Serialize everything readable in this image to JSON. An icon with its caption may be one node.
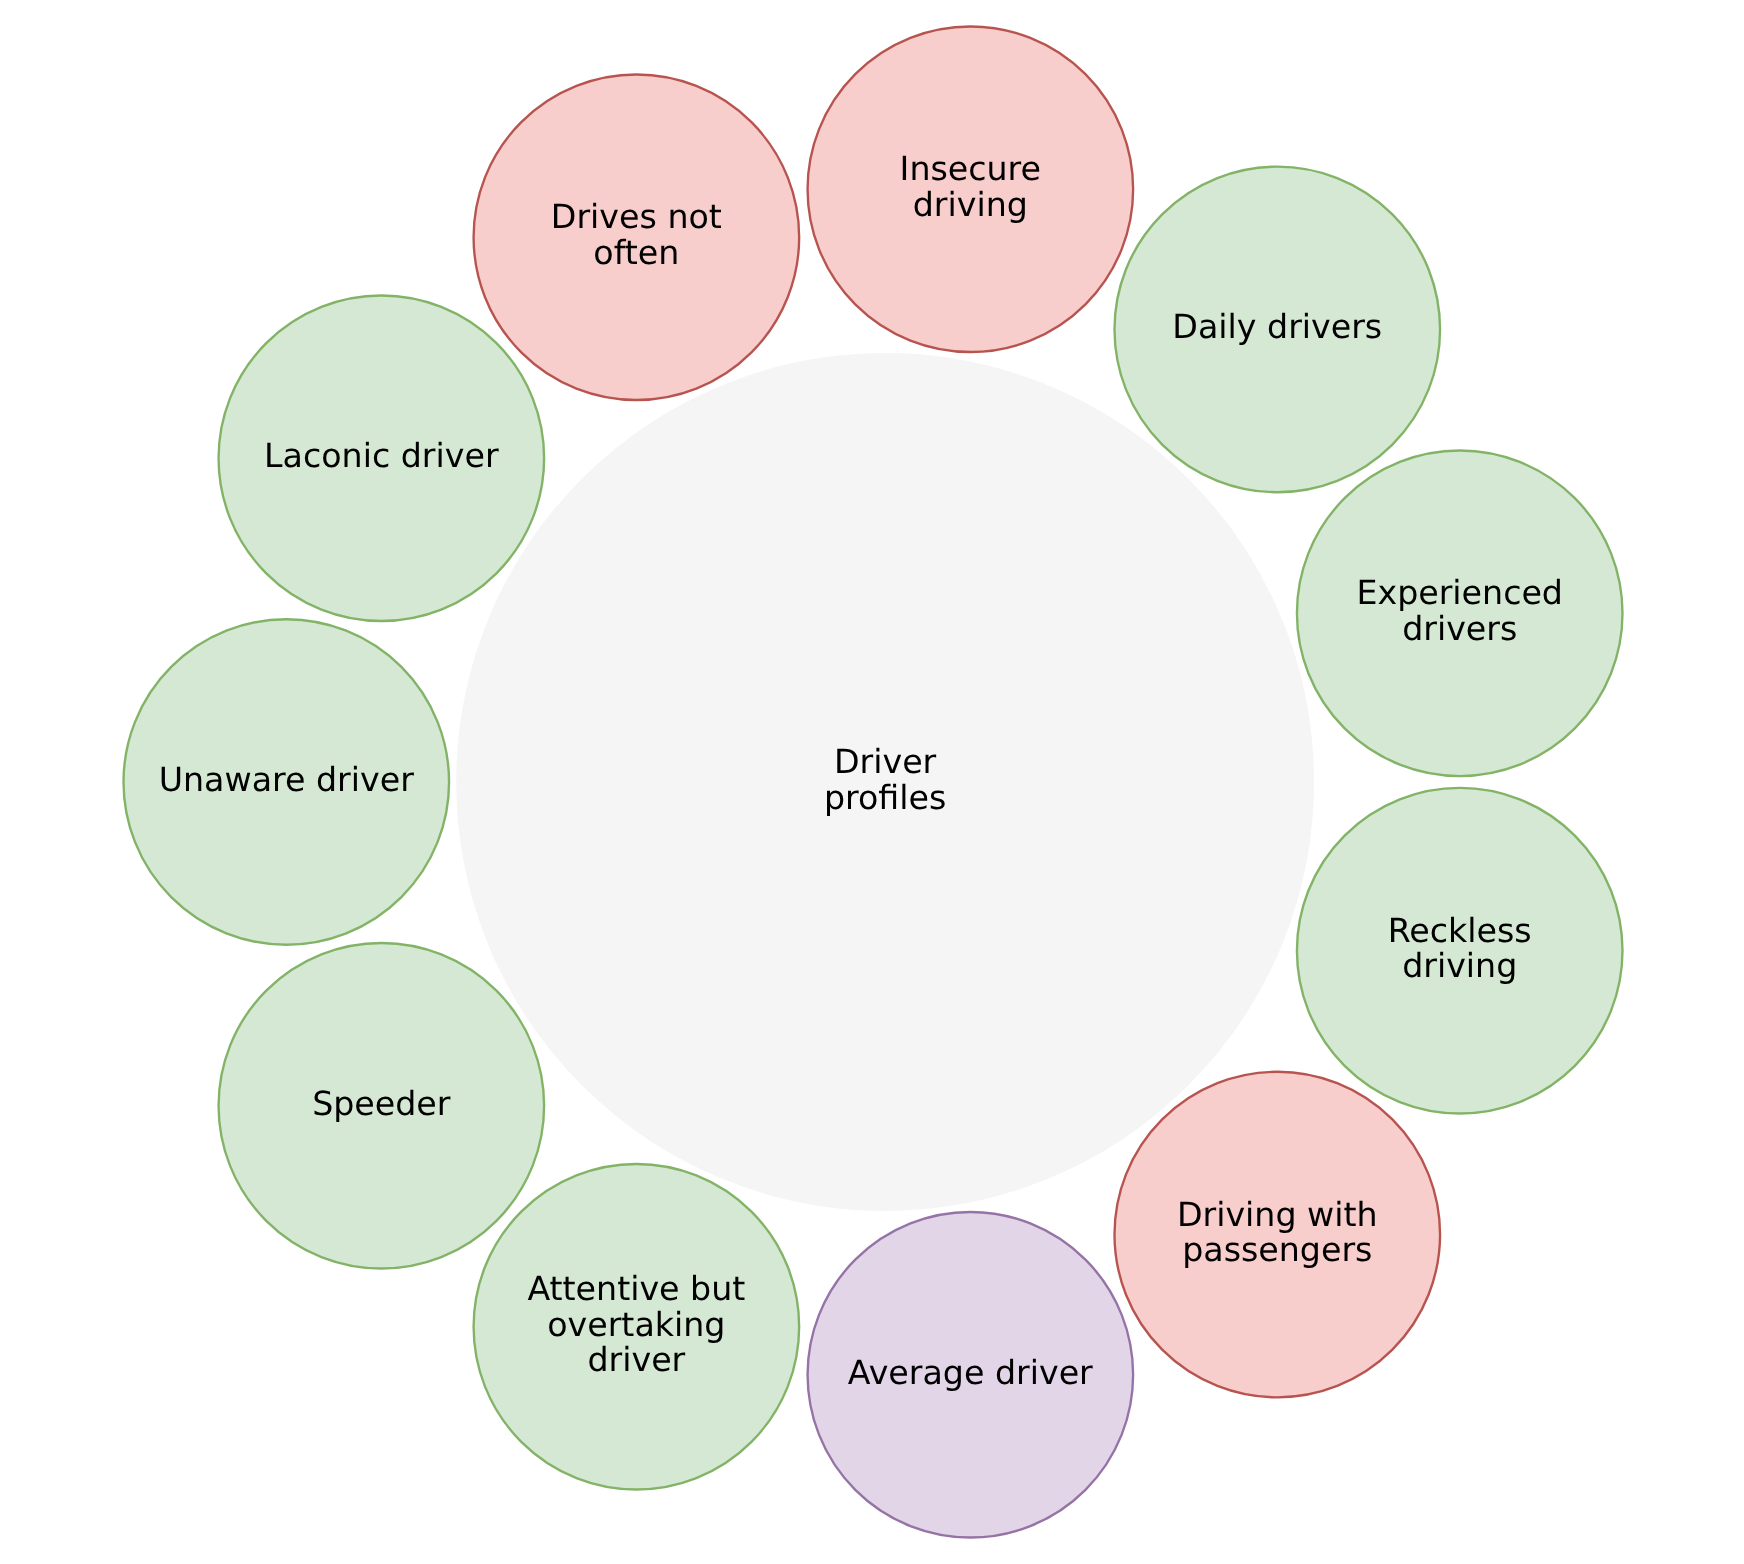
{
  "diagram": {
    "nodes": [
      {
        "text": [
          "Driver profiles"
        ]
      },
      {
        "text": [
          "Experienced drivers"
        ]
      },
      {
        "text": [
          "Daily drivers"
        ]
      },
      {
        "text": [
          "Insecure driving"
        ]
      },
      {
        "text": [
          "Drives not often"
        ]
      },
      {
        "text": [
          "Laconic driver"
        ]
      },
      {
        "text": [
          "Unaware driver"
        ]
      },
      {
        "text": [
          "Speeder"
        ]
      },
      {
        "text": [
          "Attentive but overtaking driver"
        ]
      },
      {
        "text": [
          "Average driver"
        ]
      },
      {
        "text": [
          "Driving with passengers"
        ]
      },
      {
        "text": [
          "Reckless driving"
        ]
      }
    ],
    "edges": []
  }
}
